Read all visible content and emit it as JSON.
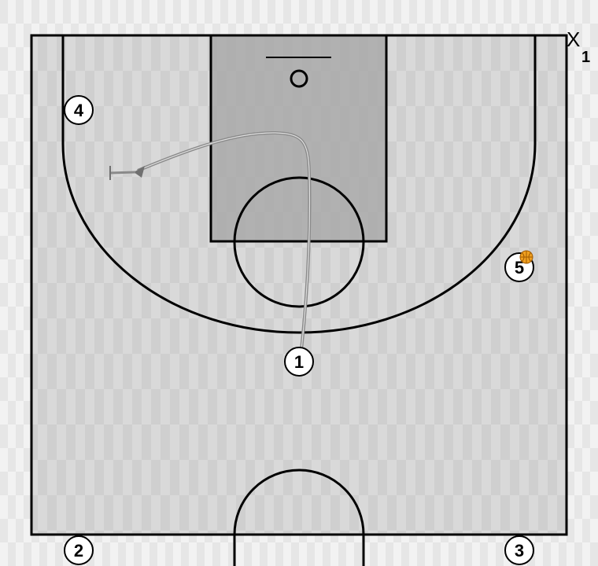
{
  "diagram": {
    "court_color": "#c7c7c7",
    "paint_color": "#a9a9a9",
    "line_color": "#000000",
    "cut_color": "#8a8a8a",
    "ball_color": "#f0a020",
    "players": [
      {
        "id": "p1",
        "label": "1"
      },
      {
        "id": "p2",
        "label": "2"
      },
      {
        "id": "p3",
        "label": "3"
      },
      {
        "id": "p4",
        "label": "4"
      },
      {
        "id": "p5",
        "label": "5"
      }
    ],
    "defender": {
      "mark": "X",
      "number": "1"
    }
  }
}
